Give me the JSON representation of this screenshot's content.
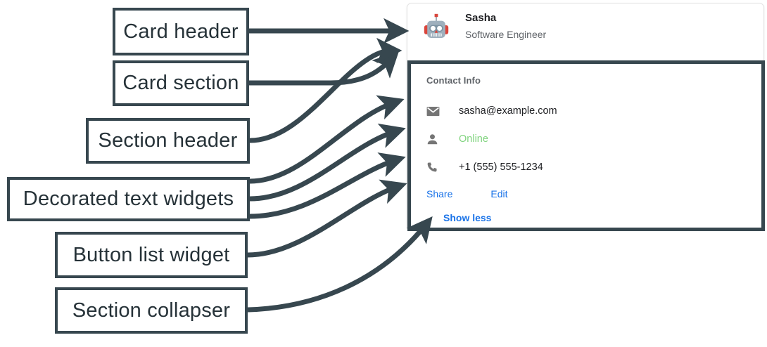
{
  "annotations": [
    {
      "id": "card-header",
      "label": "Card header"
    },
    {
      "id": "card-section",
      "label": "Card section"
    },
    {
      "id": "section-header",
      "label": "Section header"
    },
    {
      "id": "decorated-text",
      "label": "Decorated text widgets"
    },
    {
      "id": "button-list",
      "label": "Button list widget"
    },
    {
      "id": "section-collapser",
      "label": "Section collapser"
    }
  ],
  "card": {
    "header": {
      "avatar_icon": "robot-avatar-icon",
      "title": "Sasha",
      "subtitle": "Software Engineer"
    },
    "section": {
      "header": "Contact Info",
      "rows": [
        {
          "icon": "email-icon",
          "text": "sasha@example.com",
          "state": "default"
        },
        {
          "icon": "person-icon",
          "text": "Online",
          "state": "online"
        },
        {
          "icon": "phone-icon",
          "text": "+1 (555) 555-1234",
          "state": "default"
        }
      ],
      "buttons": [
        {
          "label": "Share"
        },
        {
          "label": "Edit"
        }
      ],
      "collapser": {
        "label": "Show less"
      }
    }
  },
  "colors": {
    "annotation_stroke": "#37474f",
    "link_blue": "#1a73e8",
    "online_green": "#81d47f",
    "muted_gray": "#5f6368",
    "text_dark": "#202124"
  }
}
